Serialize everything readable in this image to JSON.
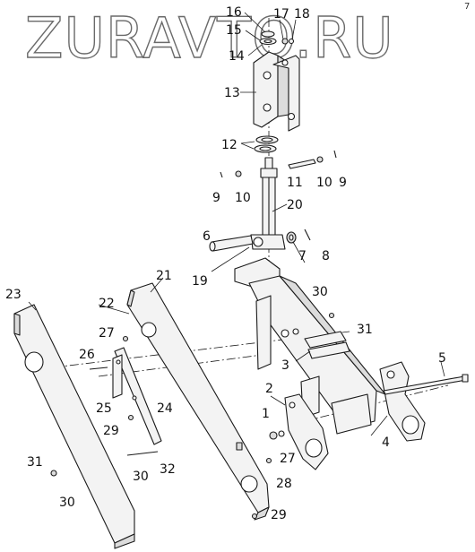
{
  "watermark": "ZURAVTO.RU",
  "corner_mark": "7",
  "callouts": [
    {
      "id": "c16",
      "text": "16"
    },
    {
      "id": "c15",
      "text": "15"
    },
    {
      "id": "c17",
      "text": "17"
    },
    {
      "id": "c18",
      "text": "18"
    },
    {
      "id": "c14",
      "text": "14"
    },
    {
      "id": "c13",
      "text": "13"
    },
    {
      "id": "c12",
      "text": "12"
    },
    {
      "id": "c9a",
      "text": "9"
    },
    {
      "id": "c10a",
      "text": "10"
    },
    {
      "id": "c11",
      "text": "11"
    },
    {
      "id": "c10b",
      "text": "10"
    },
    {
      "id": "c9b",
      "text": "9"
    },
    {
      "id": "c20",
      "text": "20"
    },
    {
      "id": "c6",
      "text": "6"
    },
    {
      "id": "c7",
      "text": "7"
    },
    {
      "id": "c8",
      "text": "8"
    },
    {
      "id": "c19",
      "text": "19"
    },
    {
      "id": "c21",
      "text": "21"
    },
    {
      "id": "c22",
      "text": "22"
    },
    {
      "id": "c23",
      "text": "23"
    },
    {
      "id": "c27a",
      "text": "27"
    },
    {
      "id": "c30a",
      "text": "30"
    },
    {
      "id": "c31a",
      "text": "31"
    },
    {
      "id": "c26",
      "text": "26"
    },
    {
      "id": "c3",
      "text": "3"
    },
    {
      "id": "c5",
      "text": "5"
    },
    {
      "id": "c25",
      "text": "25"
    },
    {
      "id": "c24",
      "text": "24"
    },
    {
      "id": "c2",
      "text": "2"
    },
    {
      "id": "c29a",
      "text": "29"
    },
    {
      "id": "c1",
      "text": "1"
    },
    {
      "id": "c4",
      "text": "4"
    },
    {
      "id": "c31b",
      "text": "31"
    },
    {
      "id": "c27b",
      "text": "27"
    },
    {
      "id": "c32",
      "text": "32"
    },
    {
      "id": "c30b",
      "text": "30"
    },
    {
      "id": "c28",
      "text": "28"
    },
    {
      "id": "c30c",
      "text": "30"
    },
    {
      "id": "c29b",
      "text": "29"
    }
  ]
}
